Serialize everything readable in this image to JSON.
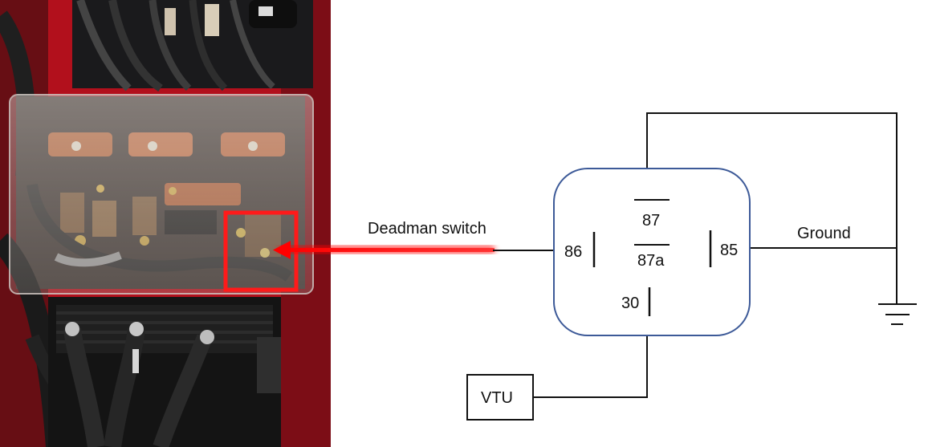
{
  "photo": {
    "subject": "Electrical contactor panel with relay terminals behind a clear plastic cover",
    "highlight_color": "#ff1a1a"
  },
  "diagram": {
    "deadman_label": "Deadman switch",
    "ground_label": "Ground",
    "vtu_label": "VTU",
    "pin_86": "86",
    "pin_85": "85",
    "pin_87": "87",
    "pin_87a": "87a",
    "pin_30": "30",
    "relay_border_color": "#3d5a98",
    "wire_color": "#111111",
    "arrow_color": "#ff1a1a"
  }
}
